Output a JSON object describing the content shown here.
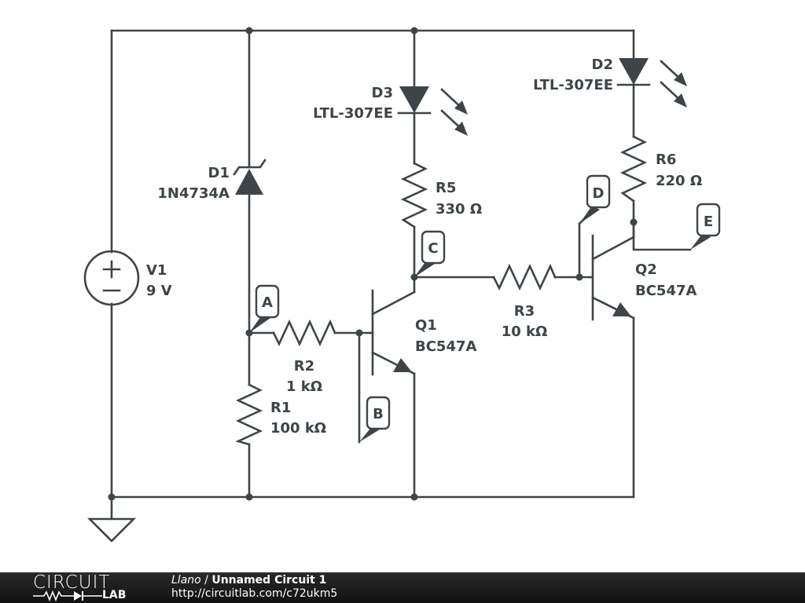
{
  "schematic": {
    "components": [
      {
        "ref": "V1",
        "value": "9 V",
        "type": "voltage-source"
      },
      {
        "ref": "D1",
        "value": "1N4734A",
        "type": "zener-diode"
      },
      {
        "ref": "D2",
        "value": "LTL-307EE",
        "type": "led"
      },
      {
        "ref": "D3",
        "value": "LTL-307EE",
        "type": "led"
      },
      {
        "ref": "R1",
        "value": "100 kΩ",
        "type": "resistor"
      },
      {
        "ref": "R2",
        "value": "1 kΩ",
        "type": "resistor"
      },
      {
        "ref": "R3",
        "value": "10 kΩ",
        "type": "resistor"
      },
      {
        "ref": "R5",
        "value": "330 Ω",
        "type": "resistor"
      },
      {
        "ref": "R6",
        "value": "220 Ω",
        "type": "resistor"
      },
      {
        "ref": "Q1",
        "value": "BC547A",
        "type": "npn-transistor"
      },
      {
        "ref": "Q2",
        "value": "BC547A",
        "type": "npn-transistor"
      }
    ],
    "probes": [
      "A",
      "B",
      "C",
      "D",
      "E"
    ],
    "ground": "ground-symbol"
  },
  "footer": {
    "logo_top": "CIRCUIT",
    "logo_bottom": "LAB",
    "user": "Llano",
    "separator": " / ",
    "circuit_title": "Unnamed Circuit 1",
    "url": "http://circuitlab.com/c72ukm5"
  }
}
